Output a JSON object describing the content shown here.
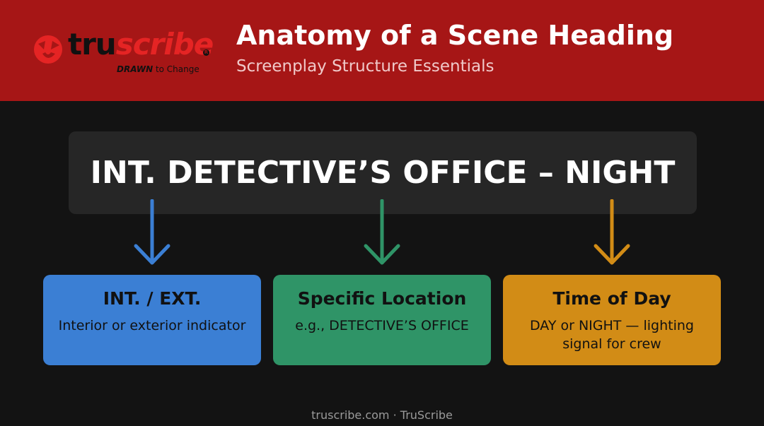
{
  "header": {
    "logo": {
      "word_tru": "tru",
      "word_scribe": "scribe",
      "registered": "R",
      "tag_bold": "DRAWN",
      "tag_rest": " to Change"
    },
    "title": "Anatomy of a Scene Heading",
    "subtitle": "Screenplay Structure Essentials"
  },
  "scene_heading": "INT. DETECTIVE’S OFFICE – NIGHT",
  "parts": [
    {
      "title": "INT. / EXT.",
      "description": "Interior or exterior indicator",
      "color": "#3b7fd4"
    },
    {
      "title": "Specific Location",
      "description": "e.g., DETECTIVE’S OFFICE",
      "color": "#2f9467"
    },
    {
      "title": "Time of Day",
      "description": "DAY or NIGHT — lighting signal for crew",
      "color": "#d28c16"
    }
  ],
  "footer": "truscribe.com · TruScribe",
  "colors": {
    "header_bg": "#a61616",
    "page_bg": "#131313",
    "heading_box_bg": "#262626"
  },
  "icons": [
    "truscribe-logo-mark-icon",
    "arrow-down-icon"
  ]
}
